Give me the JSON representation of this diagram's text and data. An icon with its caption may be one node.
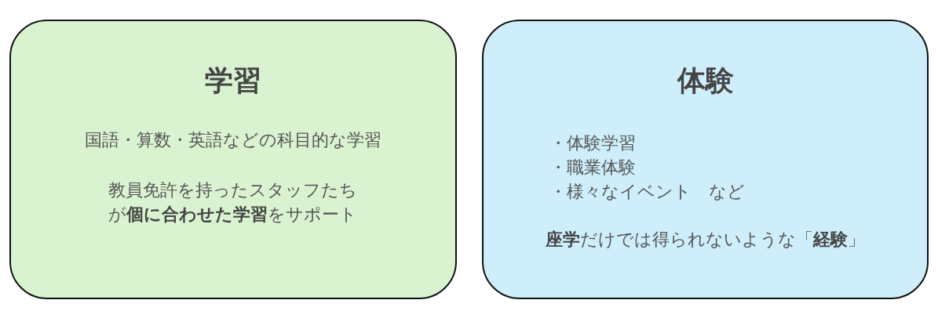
{
  "diagram": {
    "nodes": [
      {
        "text": [
          "学習",
          "国語・算数・英語などの科目的な学習",
          "教員免許を持ったスタッフたちが**個に合わせた学習**をサポート"
        ]
      },
      {
        "text": [
          "体験",
          "・体験学習",
          "・職業体験",
          "・様々なイベント　など",
          "**座学**だけでは得られないような「**経験**」"
        ]
      }
    ]
  }
}
